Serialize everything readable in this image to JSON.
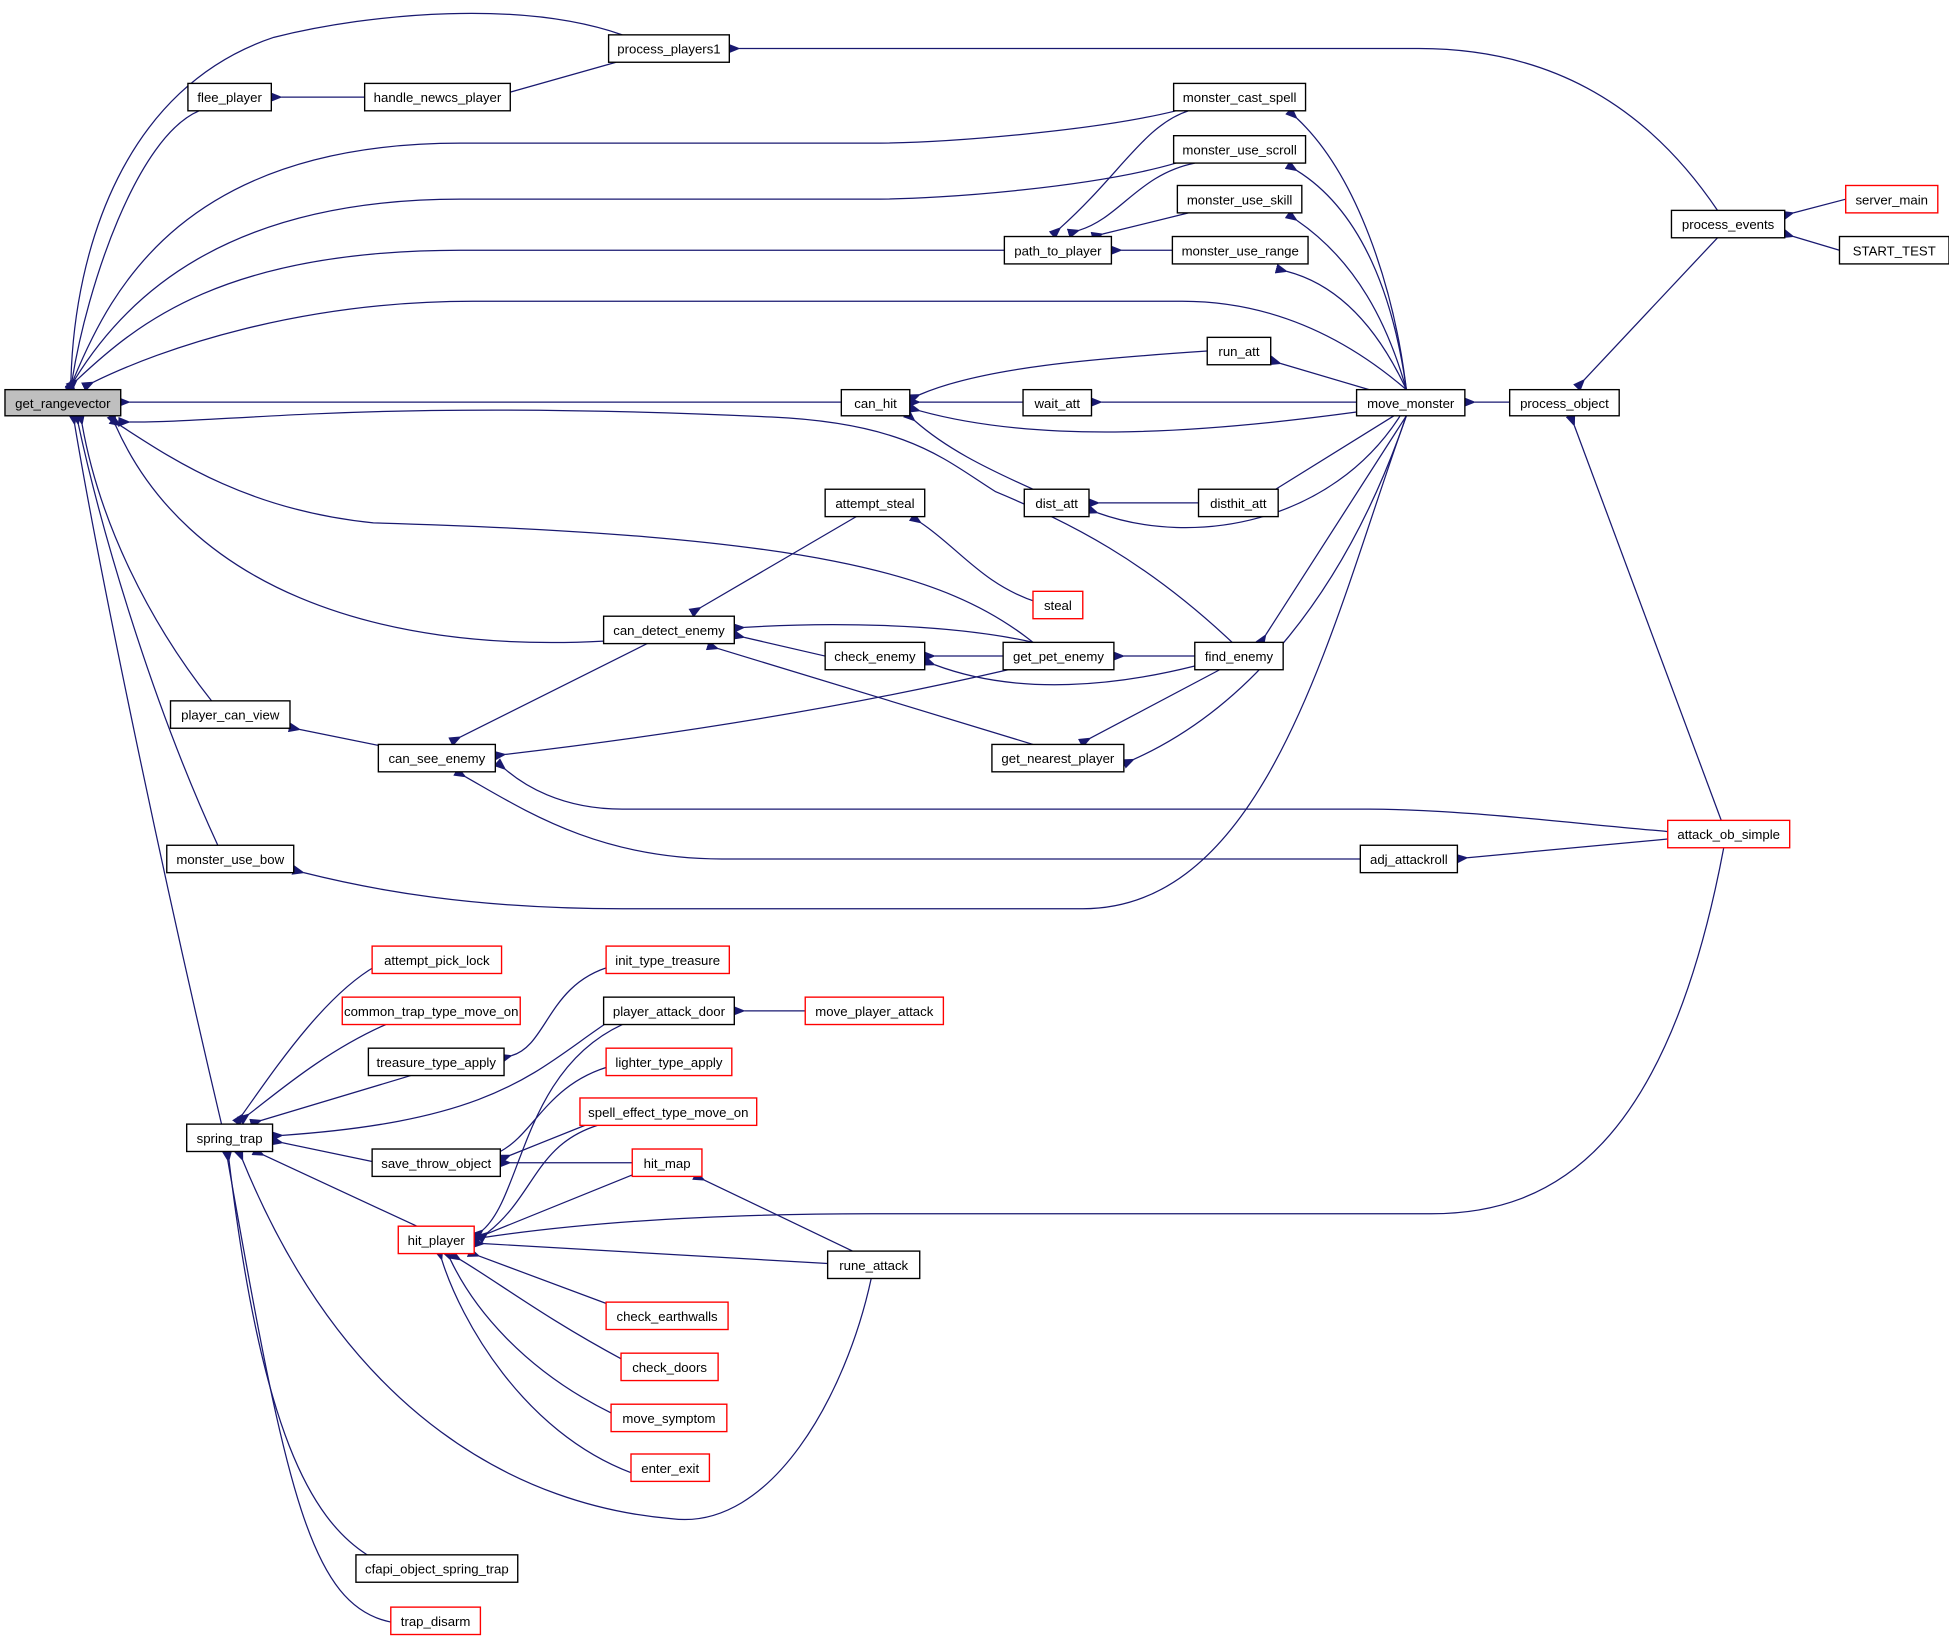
{
  "title": "get_rangevector caller graph",
  "colors": {
    "edge": "#191970",
    "node_border": "#000000",
    "node_border_undocumented": "#ff0000",
    "node_fill": "#ffffff",
    "focus_fill": "#bfbfbf",
    "background": "#ffffff"
  },
  "focus_node": "get_rangevector",
  "nodes": [
    {
      "id": "get_rangevector",
      "label": "get_rangevector",
      "style": "focus"
    },
    {
      "id": "process_players1",
      "label": "process_players1",
      "style": "normal"
    },
    {
      "id": "flee_player",
      "label": "flee_player",
      "style": "normal"
    },
    {
      "id": "handle_newcs_player",
      "label": "handle_newcs_player",
      "style": "normal"
    },
    {
      "id": "monster_cast_spell",
      "label": "monster_cast_spell",
      "style": "normal"
    },
    {
      "id": "monster_use_scroll",
      "label": "monster_use_scroll",
      "style": "normal"
    },
    {
      "id": "monster_use_skill",
      "label": "monster_use_skill",
      "style": "normal"
    },
    {
      "id": "path_to_player",
      "label": "path_to_player",
      "style": "normal"
    },
    {
      "id": "monster_use_range",
      "label": "monster_use_range",
      "style": "normal"
    },
    {
      "id": "process_events",
      "label": "process_events",
      "style": "normal"
    },
    {
      "id": "server_main",
      "label": "server_main",
      "style": "red"
    },
    {
      "id": "START_TEST",
      "label": "START_TEST",
      "style": "normal"
    },
    {
      "id": "run_att",
      "label": "run_att",
      "style": "normal"
    },
    {
      "id": "can_hit",
      "label": "can_hit",
      "style": "normal"
    },
    {
      "id": "wait_att",
      "label": "wait_att",
      "style": "normal"
    },
    {
      "id": "move_monster",
      "label": "move_monster",
      "style": "normal"
    },
    {
      "id": "process_object",
      "label": "process_object",
      "style": "normal"
    },
    {
      "id": "attempt_steal",
      "label": "attempt_steal",
      "style": "normal"
    },
    {
      "id": "dist_att",
      "label": "dist_att",
      "style": "normal"
    },
    {
      "id": "disthit_att",
      "label": "disthit_att",
      "style": "normal"
    },
    {
      "id": "steal",
      "label": "steal",
      "style": "red"
    },
    {
      "id": "can_detect_enemy",
      "label": "can_detect_enemy",
      "style": "normal"
    },
    {
      "id": "check_enemy",
      "label": "check_enemy",
      "style": "normal"
    },
    {
      "id": "get_pet_enemy",
      "label": "get_pet_enemy",
      "style": "normal"
    },
    {
      "id": "find_enemy",
      "label": "find_enemy",
      "style": "normal"
    },
    {
      "id": "player_can_view",
      "label": "player_can_view",
      "style": "normal"
    },
    {
      "id": "can_see_enemy",
      "label": "can_see_enemy",
      "style": "normal"
    },
    {
      "id": "get_nearest_player",
      "label": "get_nearest_player",
      "style": "normal"
    },
    {
      "id": "attack_ob_simple",
      "label": "attack_ob_simple",
      "style": "red"
    },
    {
      "id": "adj_attackroll",
      "label": "adj_attackroll",
      "style": "normal"
    },
    {
      "id": "monster_use_bow",
      "label": "monster_use_bow",
      "style": "normal"
    },
    {
      "id": "attempt_pick_lock",
      "label": "attempt_pick_lock",
      "style": "red"
    },
    {
      "id": "init_type_treasure",
      "label": "init_type_treasure",
      "style": "red"
    },
    {
      "id": "common_trap_type_move_on",
      "label": "common_trap_type_move_on",
      "style": "red"
    },
    {
      "id": "player_attack_door",
      "label": "player_attack_door",
      "style": "normal"
    },
    {
      "id": "move_player_attack",
      "label": "move_player_attack",
      "style": "red"
    },
    {
      "id": "treasure_type_apply",
      "label": "treasure_type_apply",
      "style": "normal"
    },
    {
      "id": "lighter_type_apply",
      "label": "lighter_type_apply",
      "style": "red"
    },
    {
      "id": "spell_effect_type_move_on",
      "label": "spell_effect_type_move_on",
      "style": "red"
    },
    {
      "id": "spring_trap",
      "label": "spring_trap",
      "style": "normal"
    },
    {
      "id": "save_throw_object",
      "label": "save_throw_object",
      "style": "normal"
    },
    {
      "id": "hit_map",
      "label": "hit_map",
      "style": "red"
    },
    {
      "id": "hit_player",
      "label": "hit_player",
      "style": "red"
    },
    {
      "id": "rune_attack",
      "label": "rune_attack",
      "style": "normal"
    },
    {
      "id": "check_earthwalls",
      "label": "check_earthwalls",
      "style": "red"
    },
    {
      "id": "check_doors",
      "label": "check_doors",
      "style": "red"
    },
    {
      "id": "move_symptom",
      "label": "move_symptom",
      "style": "red"
    },
    {
      "id": "enter_exit",
      "label": "enter_exit",
      "style": "red"
    },
    {
      "id": "cfapi_object_spring_trap",
      "label": "cfapi_object_spring_trap",
      "style": "normal"
    },
    {
      "id": "trap_disarm",
      "label": "trap_disarm",
      "style": "red"
    }
  ],
  "edges": [
    {
      "from": "process_players1",
      "to": "get_rangevector"
    },
    {
      "from": "flee_player",
      "to": "get_rangevector"
    },
    {
      "from": "monster_cast_spell",
      "to": "get_rangevector"
    },
    {
      "from": "monster_use_scroll",
      "to": "get_rangevector"
    },
    {
      "from": "path_to_player",
      "to": "get_rangevector"
    },
    {
      "from": "move_monster",
      "to": "get_rangevector"
    },
    {
      "from": "can_hit",
      "to": "get_rangevector"
    },
    {
      "from": "find_enemy",
      "to": "get_rangevector"
    },
    {
      "from": "get_pet_enemy",
      "to": "get_rangevector"
    },
    {
      "from": "can_detect_enemy",
      "to": "get_rangevector"
    },
    {
      "from": "player_can_view",
      "to": "get_rangevector"
    },
    {
      "from": "monster_use_bow",
      "to": "get_rangevector"
    },
    {
      "from": "spring_trap",
      "to": "get_rangevector"
    },
    {
      "from": "handle_newcs_player",
      "to": "flee_player"
    },
    {
      "from": "process_players1",
      "to": "handle_newcs_player"
    },
    {
      "from": "process_events",
      "to": "process_players1"
    },
    {
      "from": "server_main",
      "to": "process_events"
    },
    {
      "from": "START_TEST",
      "to": "process_events"
    },
    {
      "from": "monster_cast_spell",
      "to": "path_to_player"
    },
    {
      "from": "monster_use_scroll",
      "to": "path_to_player"
    },
    {
      "from": "monster_use_skill",
      "to": "path_to_player"
    },
    {
      "from": "monster_use_range",
      "to": "path_to_player"
    },
    {
      "from": "move_monster",
      "to": "monster_cast_spell"
    },
    {
      "from": "move_monster",
      "to": "monster_use_scroll"
    },
    {
      "from": "move_monster",
      "to": "monster_use_skill"
    },
    {
      "from": "move_monster",
      "to": "monster_use_range"
    },
    {
      "from": "run_att",
      "to": "can_hit"
    },
    {
      "from": "wait_att",
      "to": "can_hit"
    },
    {
      "from": "move_monster",
      "to": "can_hit"
    },
    {
      "from": "dist_att",
      "to": "can_hit"
    },
    {
      "from": "move_monster",
      "to": "run_att"
    },
    {
      "from": "move_monster",
      "to": "wait_att"
    },
    {
      "from": "disthit_att",
      "to": "dist_att"
    },
    {
      "from": "move_monster",
      "to": "dist_att"
    },
    {
      "from": "move_monster",
      "to": "disthit_att"
    },
    {
      "from": "process_object",
      "to": "move_monster"
    },
    {
      "from": "process_events",
      "to": "process_object"
    },
    {
      "from": "attack_ob_simple",
      "to": "process_object"
    },
    {
      "from": "steal",
      "to": "attempt_steal"
    },
    {
      "from": "attempt_steal",
      "to": "can_detect_enemy"
    },
    {
      "from": "get_pet_enemy",
      "to": "can_detect_enemy"
    },
    {
      "from": "check_enemy",
      "to": "can_detect_enemy"
    },
    {
      "from": "get_nearest_player",
      "to": "can_detect_enemy"
    },
    {
      "from": "get_pet_enemy",
      "to": "check_enemy"
    },
    {
      "from": "find_enemy",
      "to": "check_enemy"
    },
    {
      "from": "find_enemy",
      "to": "get_pet_enemy"
    },
    {
      "from": "move_monster",
      "to": "find_enemy"
    },
    {
      "from": "find_enemy",
      "to": "get_nearest_player"
    },
    {
      "from": "move_monster",
      "to": "get_nearest_player"
    },
    {
      "from": "can_see_enemy",
      "to": "player_can_view"
    },
    {
      "from": "can_detect_enemy",
      "to": "can_see_enemy"
    },
    {
      "from": "get_pet_enemy",
      "to": "can_see_enemy"
    },
    {
      "from": "attack_ob_simple",
      "to": "can_see_enemy"
    },
    {
      "from": "adj_attackroll",
      "to": "can_see_enemy"
    },
    {
      "from": "attack_ob_simple",
      "to": "adj_attackroll"
    },
    {
      "from": "move_monster",
      "to": "monster_use_bow"
    },
    {
      "from": "attempt_pick_lock",
      "to": "spring_trap"
    },
    {
      "from": "common_trap_type_move_on",
      "to": "spring_trap"
    },
    {
      "from": "treasure_type_apply",
      "to": "spring_trap"
    },
    {
      "from": "player_attack_door",
      "to": "spring_trap"
    },
    {
      "from": "save_throw_object",
      "to": "spring_trap"
    },
    {
      "from": "hit_player",
      "to": "spring_trap"
    },
    {
      "from": "rune_attack",
      "to": "spring_trap"
    },
    {
      "from": "cfapi_object_spring_trap",
      "to": "spring_trap"
    },
    {
      "from": "trap_disarm",
      "to": "spring_trap"
    },
    {
      "from": "init_type_treasure",
      "to": "treasure_type_apply"
    },
    {
      "from": "move_player_attack",
      "to": "player_attack_door"
    },
    {
      "from": "lighter_type_apply",
      "to": "save_throw_object"
    },
    {
      "from": "spell_effect_type_move_on",
      "to": "save_throw_object"
    },
    {
      "from": "hit_map",
      "to": "save_throw_object"
    },
    {
      "from": "player_attack_door",
      "to": "hit_player"
    },
    {
      "from": "spell_effect_type_move_on",
      "to": "hit_player"
    },
    {
      "from": "hit_map",
      "to": "hit_player"
    },
    {
      "from": "attack_ob_simple",
      "to": "hit_player"
    },
    {
      "from": "rune_attack",
      "to": "hit_player"
    },
    {
      "from": "check_earthwalls",
      "to": "hit_player"
    },
    {
      "from": "check_doors",
      "to": "hit_player"
    },
    {
      "from": "move_symptom",
      "to": "hit_player"
    },
    {
      "from": "enter_exit",
      "to": "hit_player"
    },
    {
      "from": "rune_attack",
      "to": "hit_map"
    }
  ]
}
